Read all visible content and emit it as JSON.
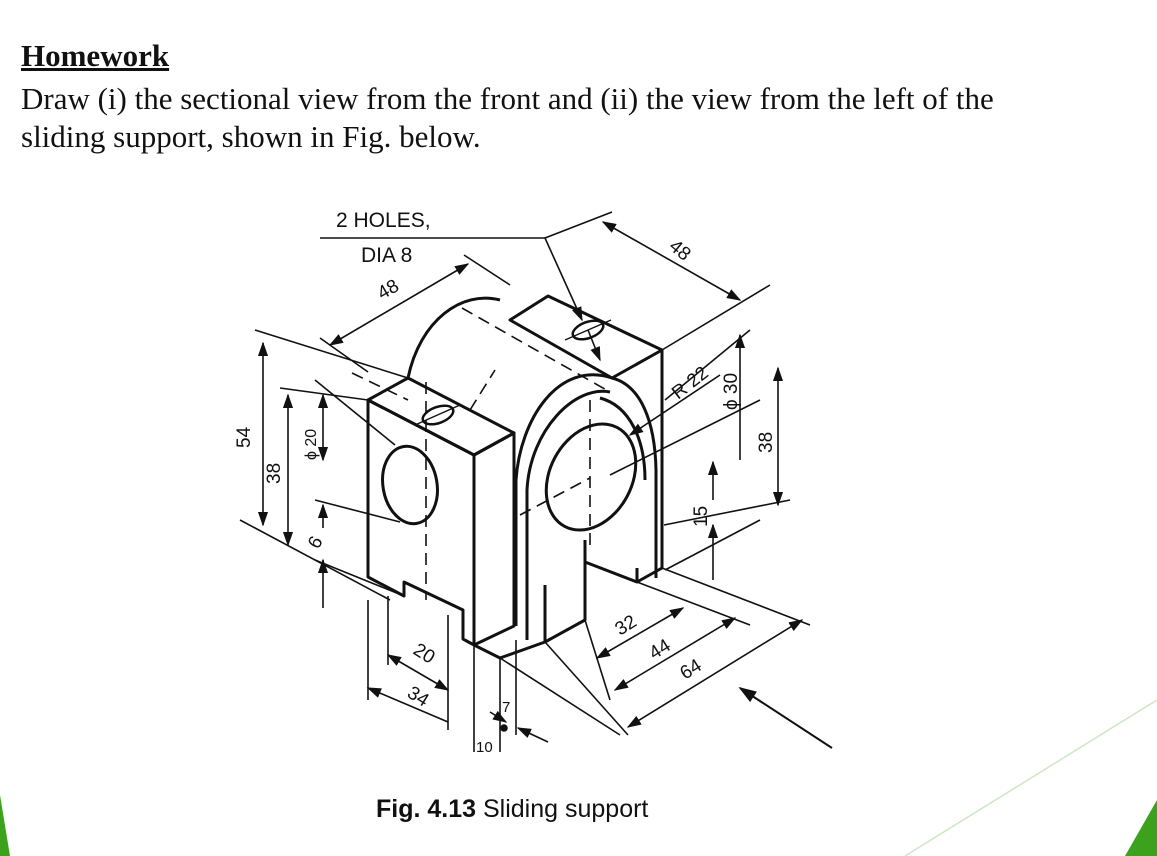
{
  "slide": {
    "heading": "Homework",
    "instruction_line1": "Draw (i) the sectional view from the front and (ii) the view from the left of the",
    "instruction_line2": "sliding support, shown in Fig. below.",
    "accent_color": "#3ca21e"
  },
  "figure": {
    "note_line1": "2 HOLES,",
    "note_line2": "DIA 8",
    "dimensions": {
      "top_length": "48",
      "top_depth": "48",
      "radius": "R 22",
      "bore_dia": "ϕ 30",
      "right_height": "38",
      "hub_height": "15",
      "overall_height": "54",
      "block_height": "38",
      "slot_height": "ϕ 20",
      "slot_offset": "6",
      "slot_width": "20",
      "foot_width": "34",
      "wall_thickness": "10",
      "small_step": "7",
      "inner_length": "32",
      "mid_length": "44",
      "base_length": "64"
    },
    "caption_number": "Fig. 4.13",
    "caption_title": "Sliding support"
  }
}
